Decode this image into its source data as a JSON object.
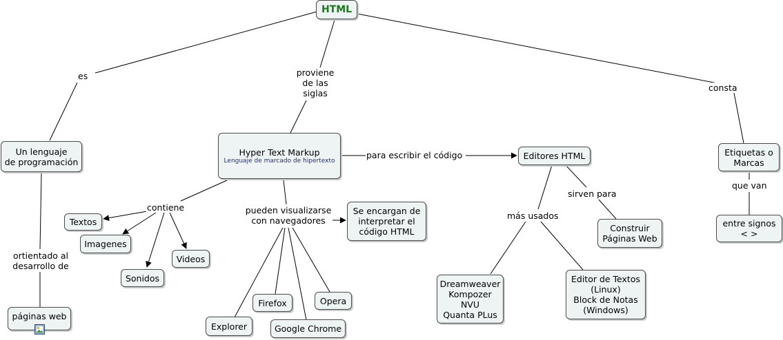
{
  "nodes": {
    "html": "HTML",
    "lenguaje": "Un lenguaje\nde programación",
    "paginas_web": "páginas web",
    "hyper": "Hyper Text Markup",
    "hyper_sub": "Lenguaje de marcado de hipertexto",
    "textos": "Textos",
    "imagenes": "Imagenes",
    "sonidos": "Sonidos",
    "videos": "Videos",
    "interpretar": "Se encargan de\ninterpretar el\ncódigo HTML",
    "explorer": "Explorer",
    "firefox": "Firefox",
    "chrome": "Google Chrome",
    "opera": "Opera",
    "editores": "Editores HTML",
    "dreamweaver": "Dreamweaver\nKompozer\nNVU\nQuanta PLus",
    "editor_textos": "Editor de Textos\n(Linux)\nBlock de Notas\n(Windows)",
    "construir": "Construir\nPáginas Web",
    "etiquetas": "Etiquetas o\nMarcas",
    "signos": "entre signos\n< >"
  },
  "links": {
    "es": "es",
    "proviene": "proviene\nde las\nsiglas",
    "consta": "consta",
    "orientado": "ortientado al\ndesarrollo de",
    "contiene": "contiene",
    "visualizarse": "pueden visualizarse\ncon navegadores",
    "escribir": "para escribir el código",
    "mas_usados": "más usados",
    "sirven": "sirven para",
    "que_van": "que van"
  },
  "icons": {
    "attachment": "image-icon"
  }
}
